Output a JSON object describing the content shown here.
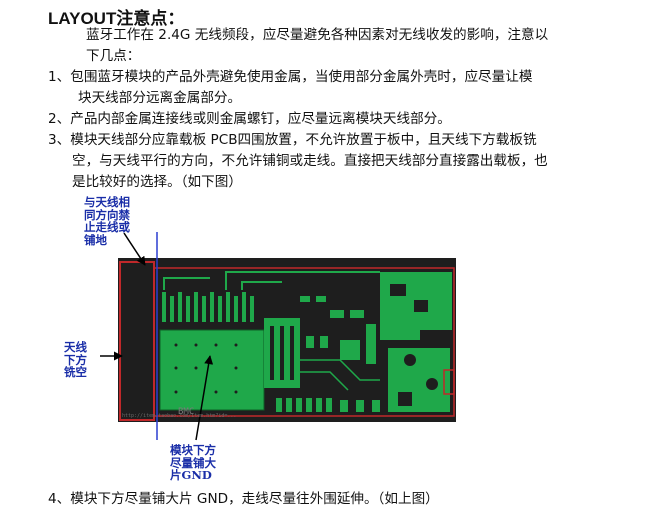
{
  "heading": "LAYOUT注意点：",
  "intro": {
    "line1": "蓝牙工作在 2.4G 无线频段，应尽量避免各种因素对无线收发的影响，注意以",
    "line2": "下几点："
  },
  "items": [
    {
      "line1": "1、包围蓝牙模块的产品外壳避免使用金属，当使用部分金属外壳时，应尽量让模",
      "line2": "块天线部分远离金属部分。"
    },
    {
      "line1": "2、产品内部金属连接线或则金属螺钉，应尽量远离模块天线部分。"
    },
    {
      "line1": "3、模块天线部分应靠载板 PCB四围放置，不允许放置于板中，且天线下方载板铣",
      "line2": "空，与天线平行的方向，不允许铺铜或走线。直接把天线部分直接露出载板，也",
      "line3": "是比较好的选择。（如下图）"
    },
    {
      "line1": "4、模块下方尽量铺大片 GND，走线尽量往外围延伸。（如上图）"
    }
  ],
  "figure": {
    "annotation_top": [
      "与天线相",
      "同方向禁",
      "止走线或",
      "铺地"
    ],
    "annotation_left": [
      "天线",
      "下方",
      "铣空"
    ],
    "annotation_bottom": [
      "模块下方",
      "尽量铺大",
      "片GND"
    ],
    "watermark": "BMC",
    "url_text": "http://item.taobao.com/item.htm?id=...",
    "colors": {
      "board": "#1e1e1e",
      "copper": "#1fa84a",
      "outline": "#c0282a",
      "ann": "#1a2ea8"
    }
  }
}
